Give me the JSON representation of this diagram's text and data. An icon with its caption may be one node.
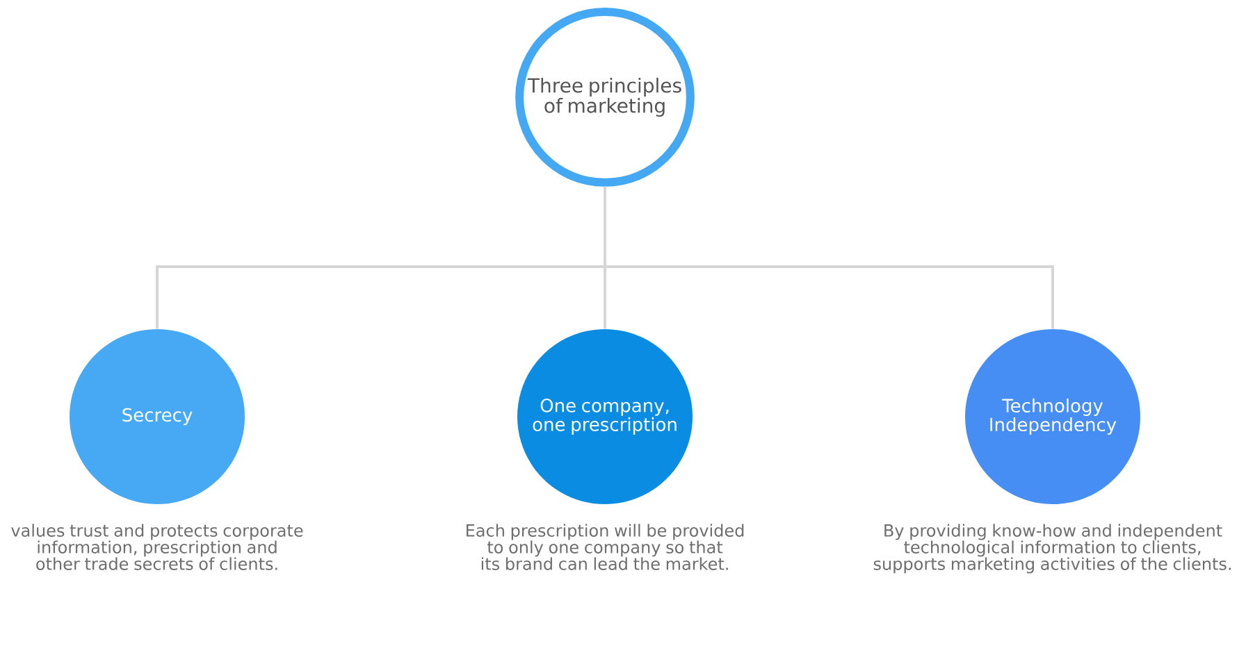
{
  "diagram": {
    "nodes": [
      {
        "text": [
          "Three principles of marketing"
        ]
      },
      {
        "text": [
          "Secrecy"
        ],
        "beside": [
          "values trust and protects corporate information, prescription and other trade secrets of clients."
        ]
      },
      {
        "text": [
          "One company, one prescription"
        ],
        "beside": [
          "Each prescription will be provided to only one company so that its brand can lead the market."
        ]
      },
      {
        "text": [
          "Technology Independency"
        ],
        "beside": [
          "By providing know-how and independent technological information to clients, supports marketing activities of the clients."
        ]
      }
    ],
    "edges": [
      {
        "from": 0,
        "to": 1,
        "arrow": "none"
      },
      {
        "from": 0,
        "to": 2,
        "arrow": "none"
      },
      {
        "from": 0,
        "to": 3,
        "arrow": "none"
      }
    ]
  }
}
